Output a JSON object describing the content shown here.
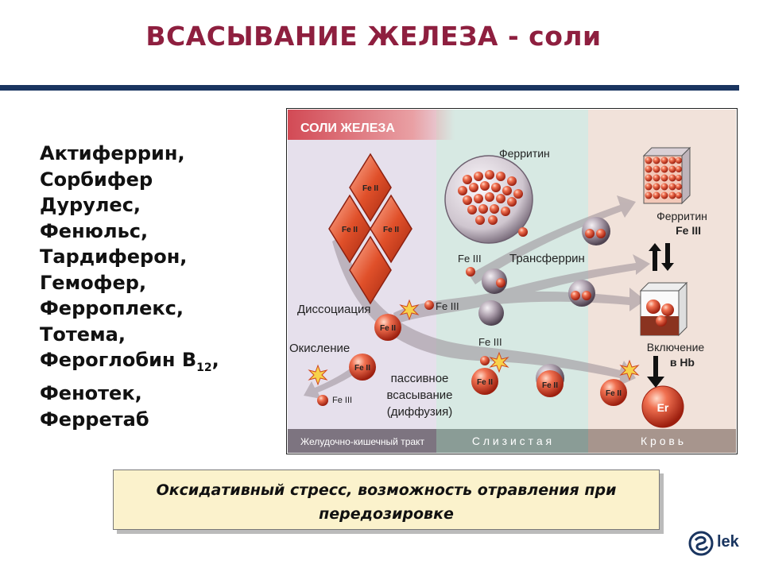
{
  "slide": {
    "title": "ВСАСЫВАНИЕ ЖЕЛЕЗА - соли",
    "drugs": [
      "Актиферрин,",
      "Сорбифер",
      "Дурулес,",
      "Фенюльс,",
      "Тардиферон,",
      "Гемофер,",
      "Ферроплекс,",
      "Тотема,",
      "Фероглобин B",
      "Фенотек,",
      "Ферретаб"
    ],
    "drug_sub": "12",
    "drug_sub_tail": ",",
    "warning": "Оксидативный стресс, возможность отравления при передозировке",
    "logo": "lek"
  },
  "diagram": {
    "header": "СОЛИ ЖЕЛЕЗА",
    "zones": [
      "Желудочно-кишечный тракт",
      "С л и з и с т а я",
      "К р о в ь"
    ],
    "labels": {
      "ferritin_mucosa": "Ферритин",
      "transferrin": "Трансферрин",
      "dissociation": "Диссоциация",
      "oxidation": "Окисление",
      "passive_1": "пассивное",
      "passive_2": "всасывание",
      "passive_3": "(диффузия)",
      "ferritin_blood": "Ферритин",
      "ferritin_blood_fe": "Fe III",
      "inclusion_1": "Включение",
      "inclusion_2": "в Hb",
      "er": "Er"
    },
    "fe2": "Fe II",
    "fe3": "Fe III"
  },
  "colors": {
    "title": "#8e1f3f",
    "rule": "#1a3560",
    "warning_bg": "#fbf2cc",
    "crystal": "#e0502a",
    "sphere": "#d8442a"
  }
}
